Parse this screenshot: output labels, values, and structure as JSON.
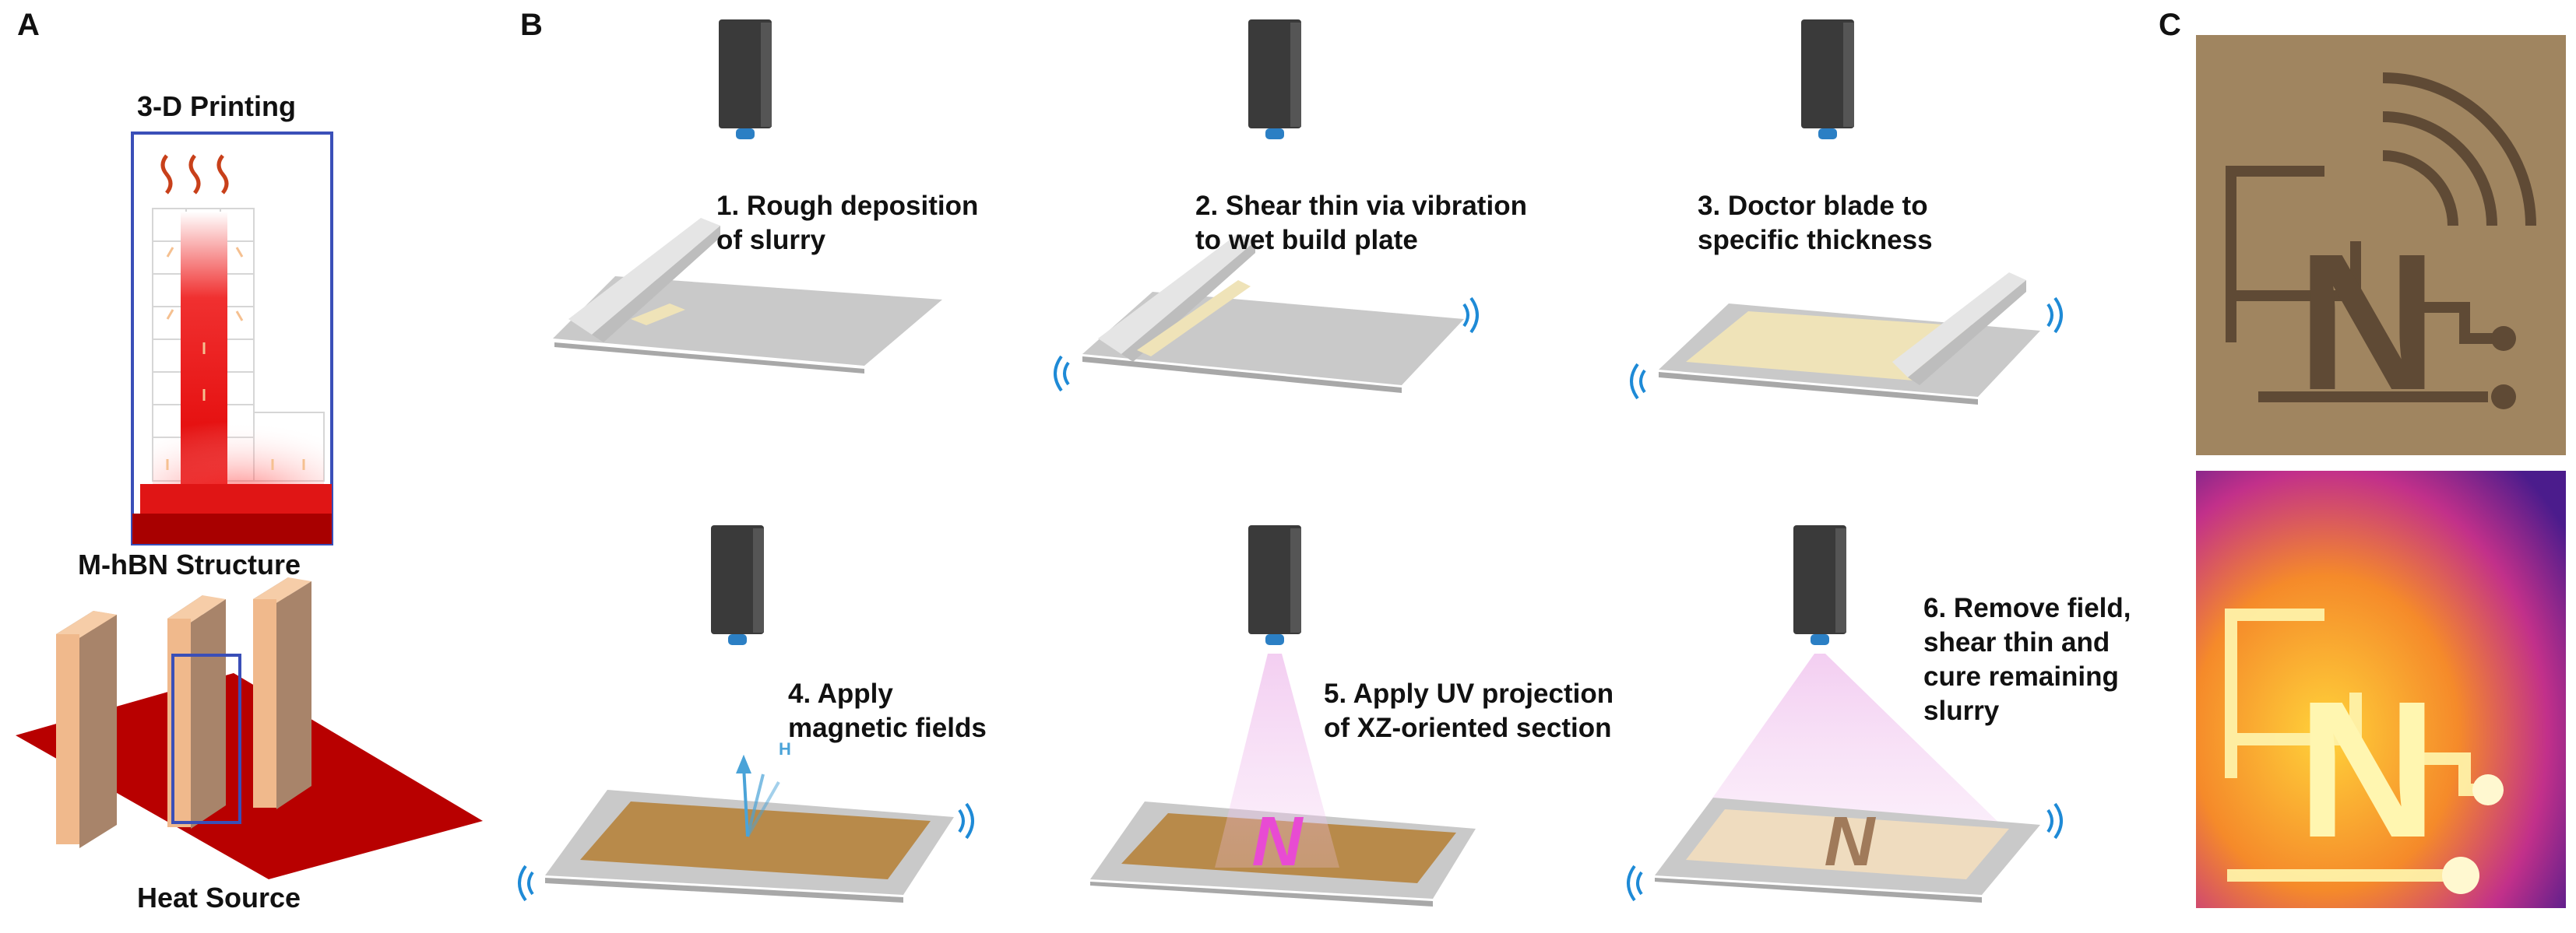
{
  "panels": {
    "a": {
      "letter": "A",
      "top_title": "3-D Printing",
      "mid_title": "M-hBN Structure",
      "bottom_title": "Heat Source"
    },
    "b": {
      "letter": "B",
      "steps": [
        {
          "text": "1. Rough deposition\n        of slurry"
        },
        {
          "text": "2. Shear thin via vibration\n      to wet build plate"
        },
        {
          "text": "3. Doctor blade to\nspecific thickness"
        },
        {
          "text": "4. Apply\nmagnetic fields",
          "field_symbol": "H"
        },
        {
          "text": "5. Apply UV projection\nof XZ-oriented section",
          "printed_letter": "N"
        },
        {
          "text": "6. Remove field,\nshear thin and\ncure remaining\nslurry",
          "printed_letter": "N"
        }
      ]
    },
    "c": {
      "letter": "C",
      "image_letter": "N"
    }
  },
  "colors": {
    "printer_body": "#3a3a3a",
    "printer_lens": "#2b7fc4",
    "plate": "#c9c9c9",
    "slurry": "#efe3b8",
    "magnetic_layer": "#b88a4a",
    "uv_light": "#e9a6e6",
    "cured": "#e84bd3",
    "heat_red": "#c00000",
    "vibration": "#1e8ad6",
    "block_tan": "#f0b98c",
    "block_shadow": "#9c7b62",
    "frame_blue": "#3a4fb8"
  }
}
